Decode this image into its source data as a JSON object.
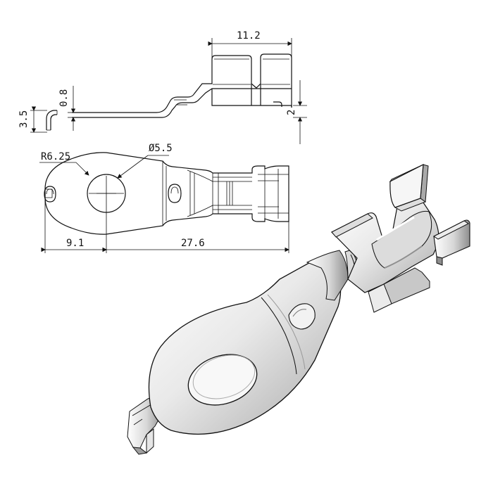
{
  "dimensions": {
    "top_width": "11.2",
    "thickness": "0.8",
    "total_height": "3.5",
    "right_height": "2",
    "radius": "R6.25",
    "hole_diameter": "Ø5.5",
    "left_length": "9.1",
    "main_length": "27.6"
  },
  "colors": {
    "line": "#111111",
    "metal_light": "#f5f5f5",
    "metal_mid": "#d9d9d9",
    "metal_dark": "#8d8d8d"
  }
}
